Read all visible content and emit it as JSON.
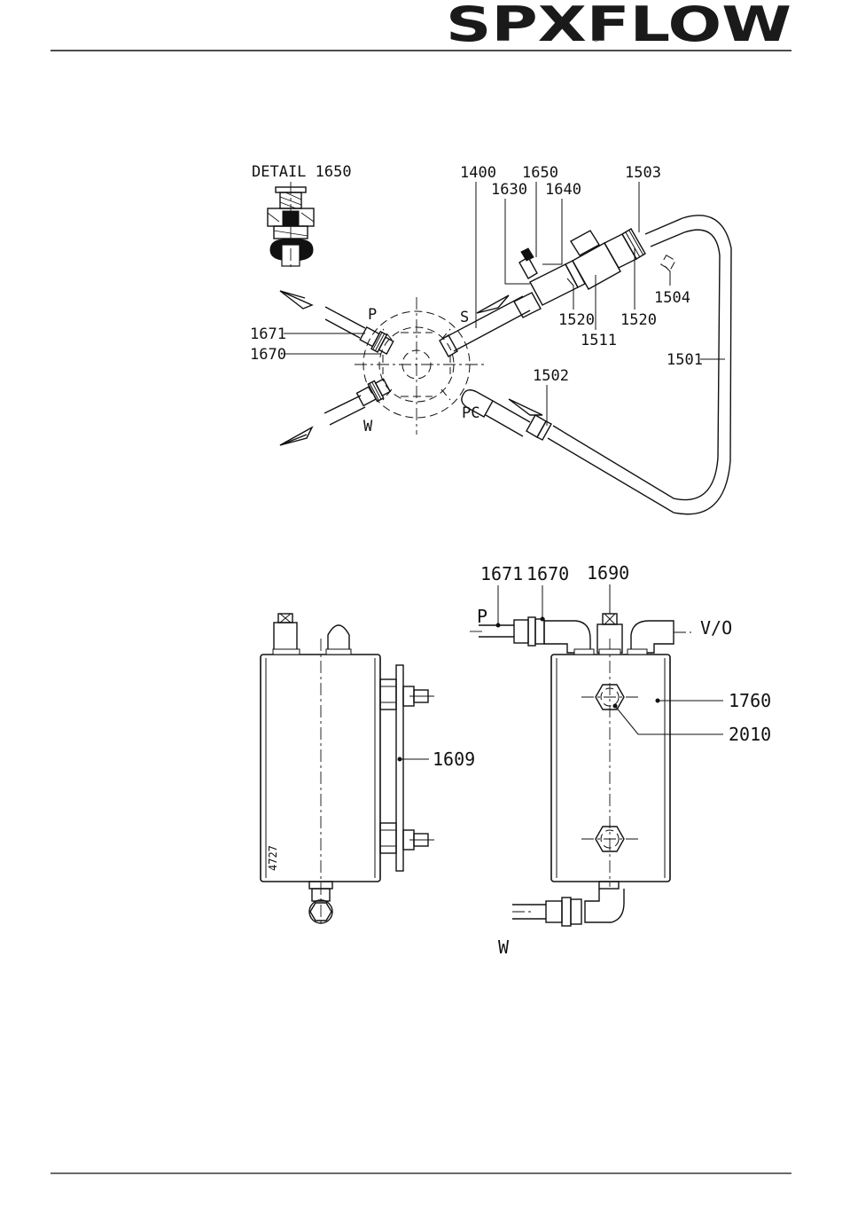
{
  "brand": {
    "logo": "SPXFLOW",
    "registered_mark": "®"
  },
  "top_view": {
    "detail_title": "DETAIL 1650",
    "port_labels": {
      "p": "P",
      "s": "S",
      "w": "W",
      "pc": "PC"
    },
    "callouts": {
      "c1400": "1400",
      "c1650": "1650",
      "c1630": "1630",
      "c1640": "1640",
      "c1503": "1503",
      "c1504": "1504",
      "c1520a": "1520",
      "c1520b": "1520",
      "c1511": "1511",
      "c1671": "1671",
      "c1670": "1670",
      "c1501": "1501",
      "c1502": "1502"
    }
  },
  "bottom_view": {
    "callouts": {
      "c1671": "1671",
      "c1670": "1670",
      "c1690": "1690",
      "c1760": "1760",
      "c2010": "2010",
      "c1609": "1609"
    },
    "port_labels": {
      "p": "P",
      "vo": "V/O",
      "w": "W"
    },
    "side_mark": "4727"
  }
}
